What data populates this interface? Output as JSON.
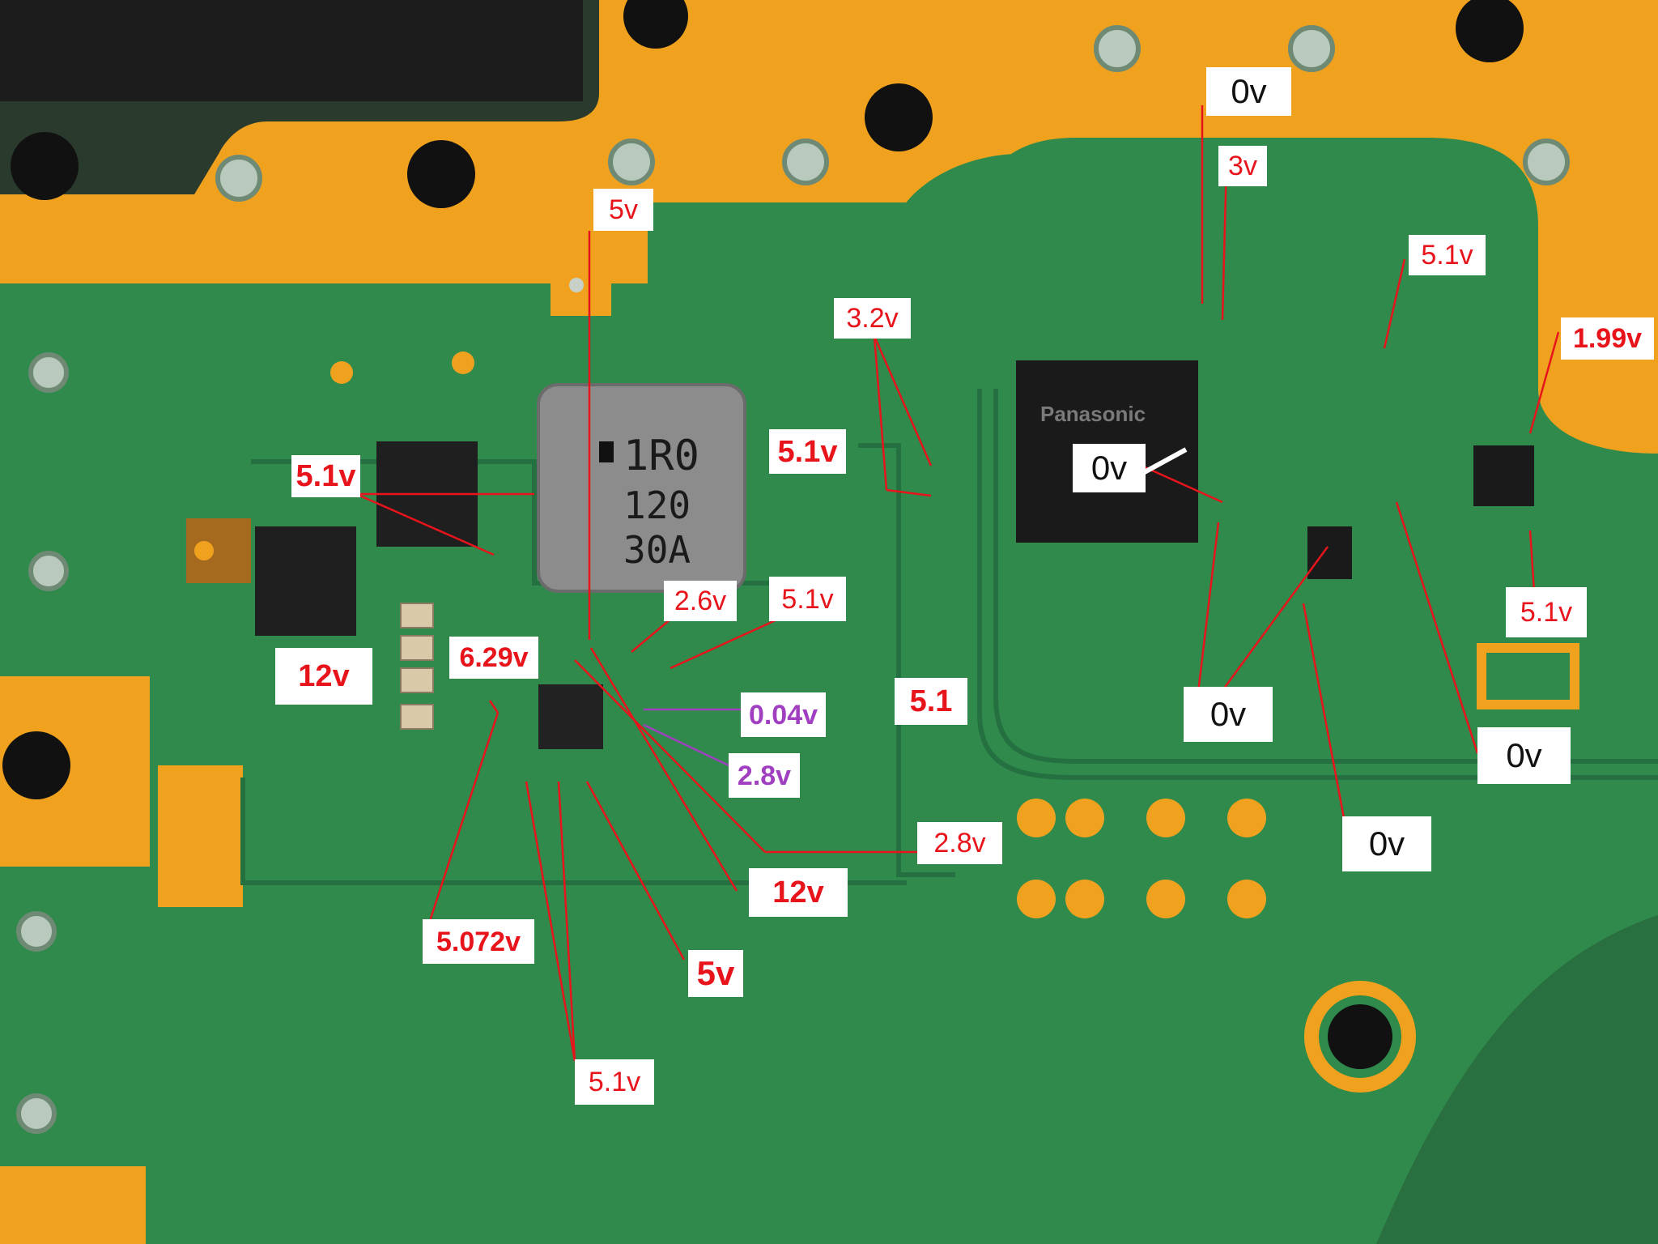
{
  "components": {
    "inductor": {
      "line1": "1R0",
      "line2": "120",
      "line3": "30A"
    },
    "hdmi_chip": {
      "brand": "Panasonic"
    }
  },
  "labels": {
    "v5_top": "5v",
    "ov_top": "0v",
    "v3_top": "3v",
    "v51_top_right": "5.1v",
    "v32": "3.2v",
    "v199": "1.99v",
    "v51_left": "5.1v",
    "v51_inductor": "5.1v",
    "ov_chip": "0v",
    "v12_left": "12v",
    "v26": "2.6v",
    "v51_mid": "5.1v",
    "v629": "6.29v",
    "v004": "0.04v",
    "v28_purple": "2.8v",
    "v51_plain": "5.1",
    "v51_right": "5.1v",
    "ov_a": "0v",
    "ov_b": "0v",
    "ov_c": "0v",
    "v28_red": "2.8v",
    "v12_bottom": "12v",
    "v5072": "5.072v",
    "v5_bottom": "5v",
    "v51_bottom": "5.1v"
  },
  "colors": {
    "board_green": "#2f8a4c",
    "copper_gold": "#f0a21f",
    "label_red": "#e8141c",
    "label_purple": "#a040c0",
    "label_black": "#111111"
  }
}
